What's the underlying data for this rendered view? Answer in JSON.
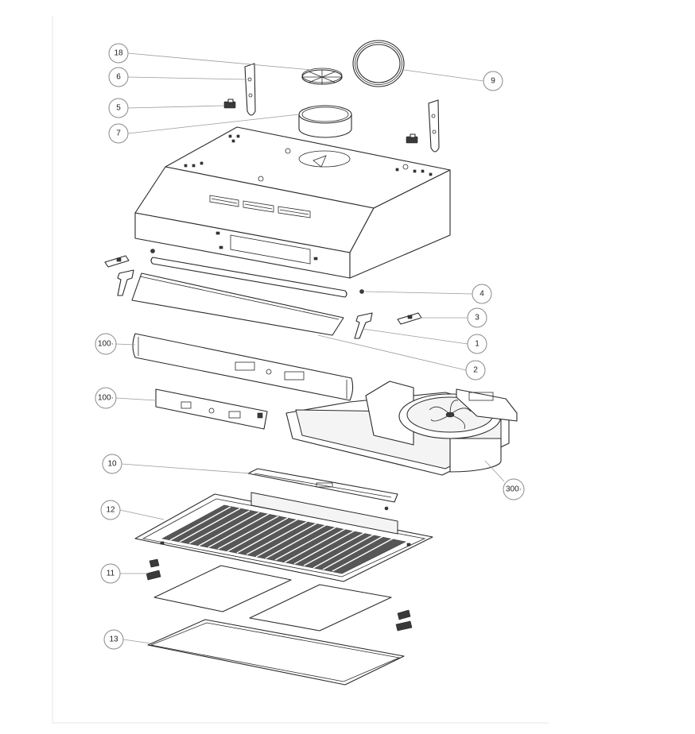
{
  "callouts": [
    {
      "id": "c18",
      "label": "18"
    },
    {
      "id": "c6",
      "label": "6"
    },
    {
      "id": "c5",
      "label": "5"
    },
    {
      "id": "c7",
      "label": "7"
    },
    {
      "id": "c9",
      "label": "9"
    },
    {
      "id": "c4",
      "label": "4"
    },
    {
      "id": "c3",
      "label": "3"
    },
    {
      "id": "c1",
      "label": "1"
    },
    {
      "id": "c2",
      "label": "2"
    },
    {
      "id": "c100a",
      "label": "100·"
    },
    {
      "id": "c100b",
      "label": "100·"
    },
    {
      "id": "c10",
      "label": "10"
    },
    {
      "id": "c300",
      "label": "300·"
    },
    {
      "id": "c12",
      "label": "12"
    },
    {
      "id": "c11",
      "label": "11"
    },
    {
      "id": "c13",
      "label": "13"
    }
  ]
}
